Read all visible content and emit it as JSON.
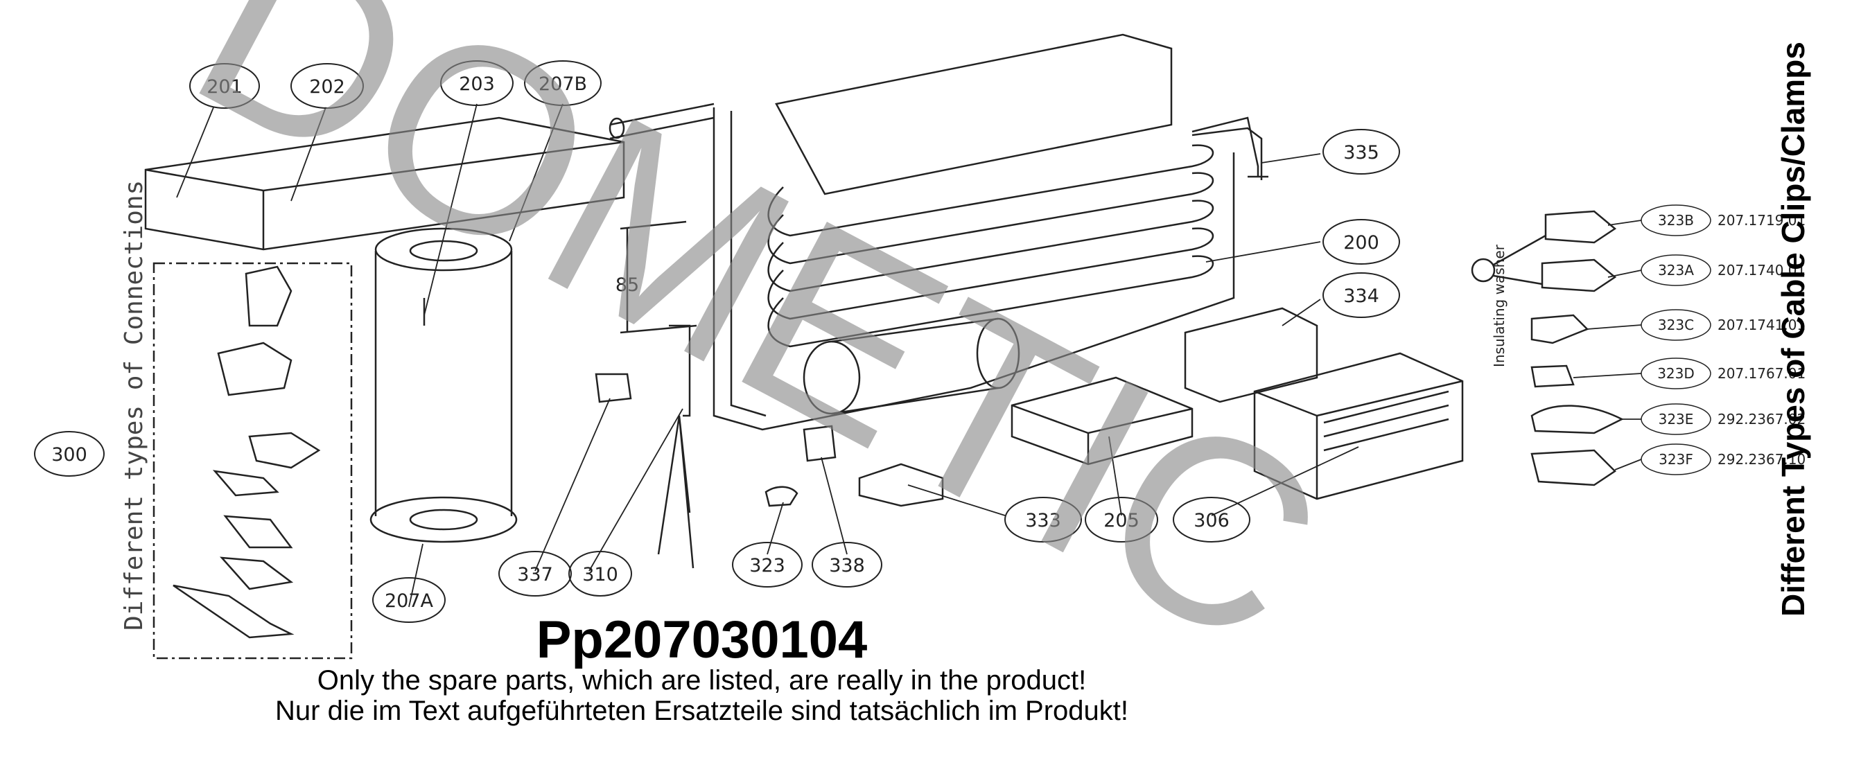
{
  "watermark": "DOMETIC",
  "part_number": "Pp207030104",
  "notes": {
    "en": "Only the spare parts, which are listed, are really in the product!",
    "de": "Nur die im Text aufgeführteten Ersatzteile sind tatsächlich im Produkt!"
  },
  "connections_caption": "Different types of Connections",
  "clips_caption": "Different Types of Cable Clips/Clamps",
  "insulating_caption": "Insulating washer",
  "dimension": "85",
  "callouts": [
    "201",
    "202",
    "203",
    "207B",
    "335",
    "200",
    "334",
    "300",
    "207A",
    "337",
    "310",
    "323",
    "338",
    "333",
    "205",
    "306"
  ],
  "clips": [
    {
      "code": "323B",
      "ref": "207.1719.01"
    },
    {
      "code": "323A",
      "ref": "207.1740.01"
    },
    {
      "code": "323C",
      "ref": "207.1741.01"
    },
    {
      "code": "323D",
      "ref": "207.1767.01"
    },
    {
      "code": "323E",
      "ref": "292.2367.02"
    },
    {
      "code": "323F",
      "ref": "292.2367.10"
    }
  ]
}
